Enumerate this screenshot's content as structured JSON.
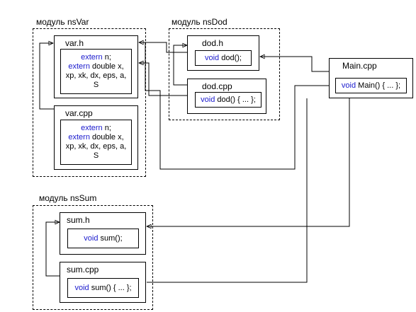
{
  "modules": {
    "nsVar": {
      "title": "модуль nsVar"
    },
    "nsDod": {
      "title": "модуль nsDod"
    },
    "nsSum": {
      "title": "модуль nsSum"
    }
  },
  "files": {
    "var_h": {
      "name": "var.h",
      "line1_kw": "extern",
      "line1_rest": " n;",
      "line2_kw": "extern",
      "line2_rest": " double x,",
      "line3": "xp, xk, dx, eps, a,",
      "line4": "S"
    },
    "var_cpp": {
      "name": "var.cpp",
      "line1_kw": "extern",
      "line1_rest": " n;",
      "line2_kw": "extern",
      "line2_rest": " double x,",
      "line3": "xp, xk, dx, eps, a,",
      "line4": "S"
    },
    "dod_h": {
      "name": "dod.h",
      "kw": "void",
      "rest": " dod();"
    },
    "dod_cpp": {
      "name": "dod.cpp",
      "kw": "void",
      "rest": " dod() { ... };"
    },
    "main_cpp": {
      "name": "Main.cpp",
      "kw": "void",
      "rest": " Main() { ... };"
    },
    "sum_h": {
      "name": "sum.h",
      "kw": "void",
      "rest": " sum();"
    },
    "sum_cpp": {
      "name": "sum.cpp",
      "kw": "void",
      "rest": " sum() { ... };"
    }
  },
  "colors": {
    "keyword": "#1a1acd",
    "line": "#000000"
  }
}
